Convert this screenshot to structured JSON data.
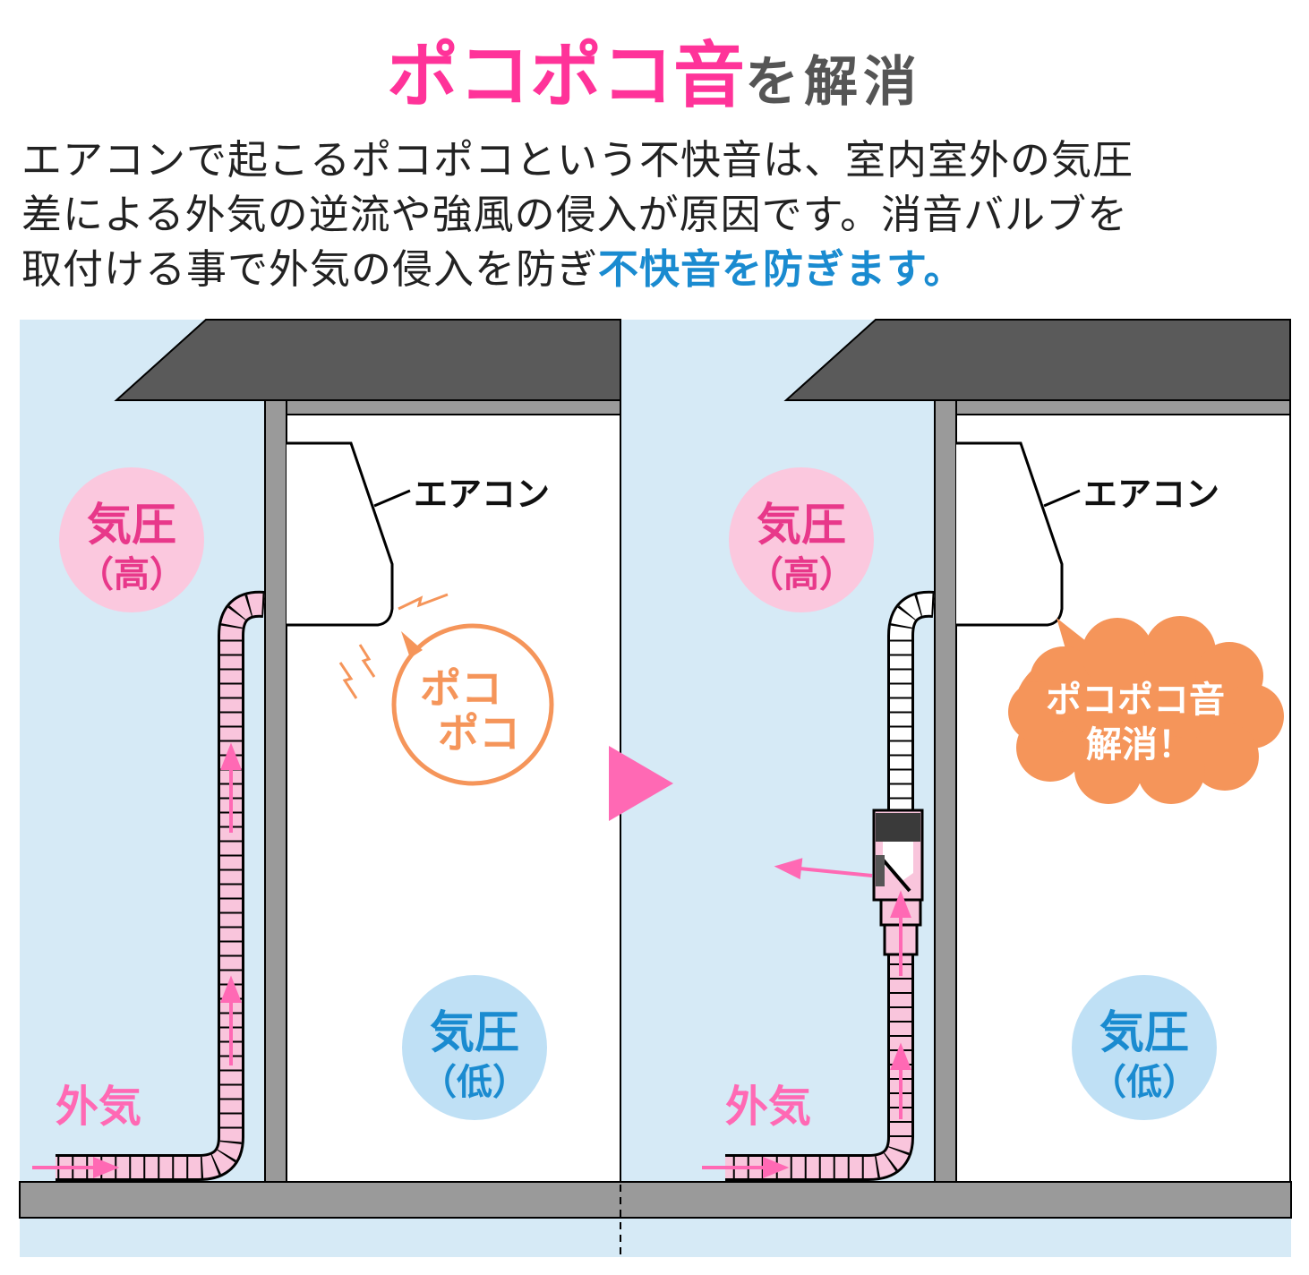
{
  "title": {
    "highlight": "ポコポコ音",
    "rest": "を解消"
  },
  "description": {
    "line1": "エアコンで起こるポコポコという不快音は、室内室外の気圧",
    "line2": "差による外気の逆流や強風の侵入が原因です。消音バルブを",
    "line3_plain": "取付ける事で外気の侵入を防ぎ",
    "line3_emphasis": "不快音を防ぎます。"
  },
  "before": {
    "aircon_label": "エアコン",
    "high_pressure": {
      "line1": "気圧",
      "line2": "（高）"
    },
    "low_pressure": {
      "line1": "気圧",
      "line2": "（低）"
    },
    "outside_air": "外気",
    "noise": {
      "line1": "ポコ",
      "line2": "ポコ"
    }
  },
  "after": {
    "aircon_label": "エアコン",
    "high_pressure": {
      "line1": "気圧",
      "line2": "（高）"
    },
    "low_pressure": {
      "line1": "気圧",
      "line2": "（低）"
    },
    "outside_air": "外気",
    "resolved": {
      "line1": "ポコポコ音",
      "line2": "解消！"
    }
  },
  "colors": {
    "pink": "#ff3399",
    "blue": "#1a8bd0",
    "orange": "#f5955a",
    "sky": "#d6eaf6",
    "wall": "#9a9a9a",
    "roof": "#5a5a5a"
  }
}
